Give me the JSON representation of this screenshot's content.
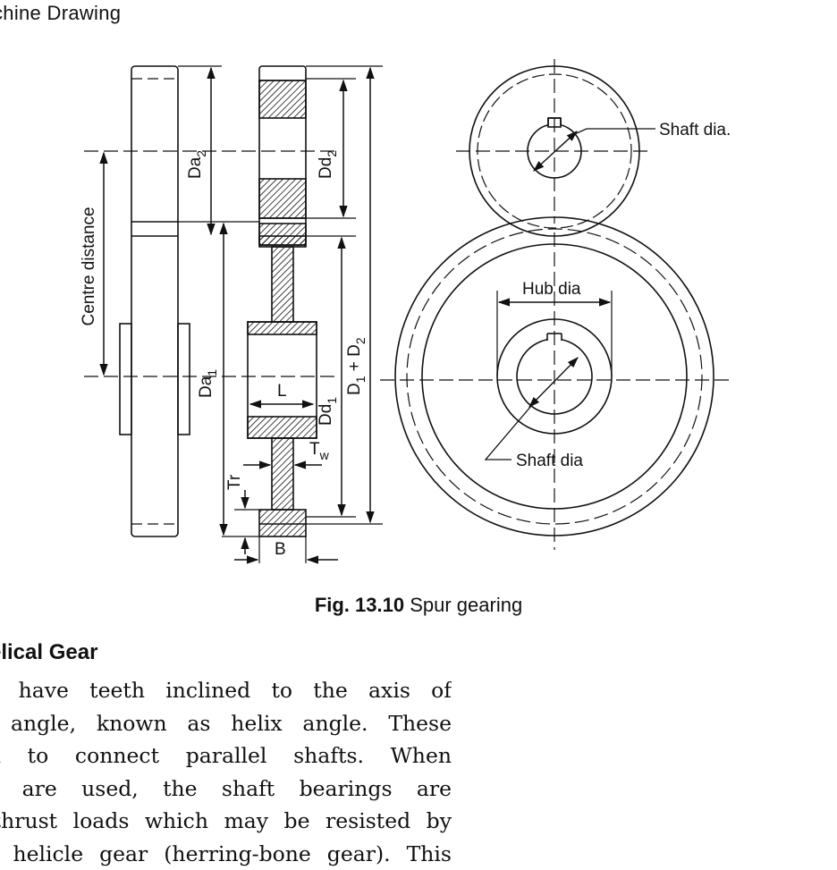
{
  "header": {
    "text": "chine Drawing"
  },
  "figure": {
    "labels": {
      "centre_distance": "Centre distance",
      "da2": "Da",
      "da2_sub": "2",
      "dd2": "Dd",
      "dd2_sub": "2",
      "da1": "Da",
      "da1_sub": "1",
      "dd1": "Dd",
      "dd1_sub": "1",
      "d1_plus_d2": "D",
      "d1_sub": "1",
      "plus_d2": " + D",
      "d2_sub": "2",
      "l": "L",
      "tw": "T",
      "tw_sub": "w",
      "tr": "Tr",
      "b": "B",
      "shaft_dia_small": "Shaft dia.",
      "hub_dia": "Hub dia",
      "shaft_dia_large": "Shaft dia"
    },
    "caption_number": "Fig. 13.10",
    "caption_text": " Spur gearing"
  },
  "section": {
    "heading": "elical Gear"
  },
  "paragraph": {
    "lines": [
      "ars have teeth inclined to the axis of",
      "an angle, known as helix angle. These",
      "sed to connect parallel shafts. When",
      "ars are used, the shaft bearings are",
      "o thrust loads which may be resisted by",
      "ble helicle gear (herring-bone gear). This"
    ]
  }
}
